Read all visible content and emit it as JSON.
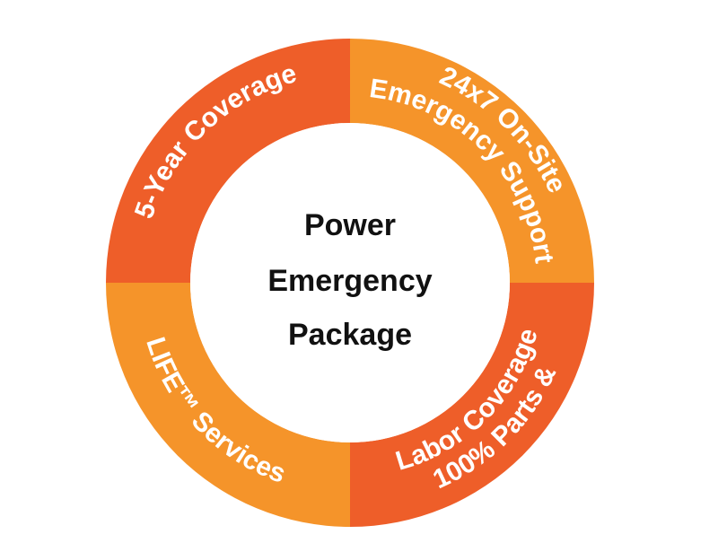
{
  "diagram": {
    "center": {
      "lines": [
        "Power",
        "Emergency",
        "Package"
      ]
    },
    "segments": [
      {
        "id": "top-left",
        "lines": [
          "5-Year Coverage"
        ],
        "color": "#ee5e29"
      },
      {
        "id": "top-right",
        "lines": [
          "24x7 On-Site",
          "Emergency Support"
        ],
        "color": "#f5942a"
      },
      {
        "id": "bottom-right",
        "lines": [
          "100% Parts &",
          "Labor Coverage"
        ],
        "color": "#ee5e29"
      },
      {
        "id": "bottom-left",
        "lines": [
          "LIFE™ Services"
        ],
        "color": "#f5942a"
      }
    ]
  }
}
